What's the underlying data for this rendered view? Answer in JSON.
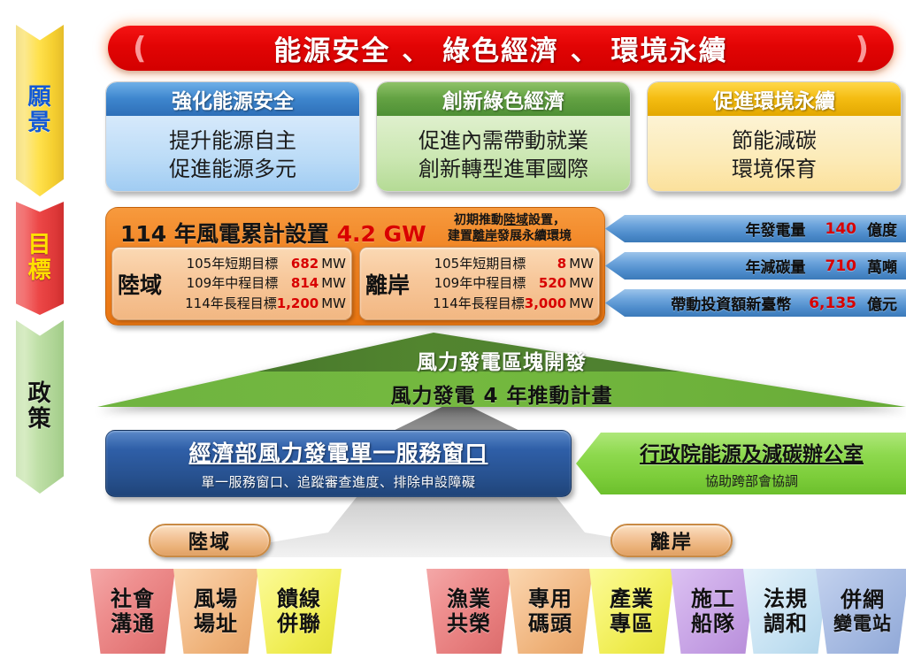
{
  "banner": {
    "text": "能源安全 、 綠色經濟 、 環境永續",
    "left_paren": "(",
    "right_paren": ")",
    "color": "#e20404"
  },
  "stage_labels": [
    {
      "label_1": "願",
      "label_2": "景",
      "name": "vision"
    },
    {
      "label_1": "目",
      "label_2": "標",
      "name": "target"
    },
    {
      "label_1": "政",
      "label_2": "策",
      "name": "policy"
    }
  ],
  "vision_cards": [
    {
      "header": "強化能源安全",
      "line_1": "提升能源自主",
      "line_2": "促進能源多元",
      "color": "#3e86ce"
    },
    {
      "header": "創新綠色經濟",
      "line_1": "促進內需帶動就業",
      "line_2": "創新轉型進軍國際",
      "color": "#63a243"
    },
    {
      "header": "促進環境永續",
      "line_1": "節能減碳",
      "line_2": "環境保育",
      "color": "#f4bc12"
    }
  ],
  "target": {
    "title_prefix": "114 年風電累計設置 ",
    "title_value": "4.2",
    "title_unit": " GW",
    "note_line_1_a": "初期推動",
    "note_line_1_u": "陸域",
    "note_line_1_b": "設置，",
    "note_line_2_a": "建置",
    "note_line_2_u": "離岸",
    "note_line_2_b": "發展永續環境",
    "boxes": [
      {
        "label": "陸域",
        "rows": [
          {
            "name": "105年短期目標",
            "value": "682",
            "unit": "MW"
          },
          {
            "name": "109年中程目標",
            "value": "814",
            "unit": "MW"
          },
          {
            "name": "114年長程目標",
            "value": "1,200",
            "unit": "MW"
          }
        ]
      },
      {
        "label": "離岸",
        "rows": [
          {
            "name": "105年短期目標",
            "value": "8",
            "unit": "MW"
          },
          {
            "name": "109年中程目標",
            "value": "520",
            "unit": "MW"
          },
          {
            "name": "114年長程目標",
            "value": "3,000",
            "unit": "MW"
          }
        ]
      }
    ]
  },
  "results": [
    {
      "label": "年發電量",
      "value": "140",
      "unit": "億度"
    },
    {
      "label": "年減碳量",
      "value": "710",
      "unit": "萬噸"
    },
    {
      "label": "帶動投資額新臺幣",
      "value": "6,135",
      "unit": "億元"
    }
  ],
  "triangle": {
    "line_1": "風力發電區塊開發",
    "line_2": "風力發電 4 年推動計畫",
    "color_top": "#4a7a32",
    "color_bottom": "#6aad3c"
  },
  "policy": {
    "blue_title": "經濟部風力發電單一服務窗口",
    "blue_sub": "單一服務窗口、追蹤審查進度、排除申設障礙",
    "green_title": "行政院能源及減碳辦公室",
    "green_sub": "協助跨部會協調"
  },
  "pills": {
    "land": "陸域",
    "offshore": "離岸"
  },
  "items_land": [
    {
      "line_1": "社會",
      "line_2": "溝通",
      "color": "pink"
    },
    {
      "line_1": "風場",
      "line_2": "場址",
      "color": "tan"
    },
    {
      "line_1": "饋線",
      "line_2": "併聯",
      "color": "yellow"
    }
  ],
  "items_offshore": [
    {
      "line_1": "漁業",
      "line_2": "共榮",
      "color": "pink"
    },
    {
      "line_1": "專用",
      "line_2": "碼頭",
      "color": "tan"
    },
    {
      "line_1": "產業",
      "line_2": "專區",
      "color": "yellow"
    },
    {
      "line_1": "施工",
      "line_2": "船隊",
      "color": "purple"
    },
    {
      "line_1": "法規",
      "line_2": "調和",
      "color": "cyan"
    },
    {
      "line_1": "併網",
      "line_2": "變電站",
      "color": "blue"
    }
  ]
}
